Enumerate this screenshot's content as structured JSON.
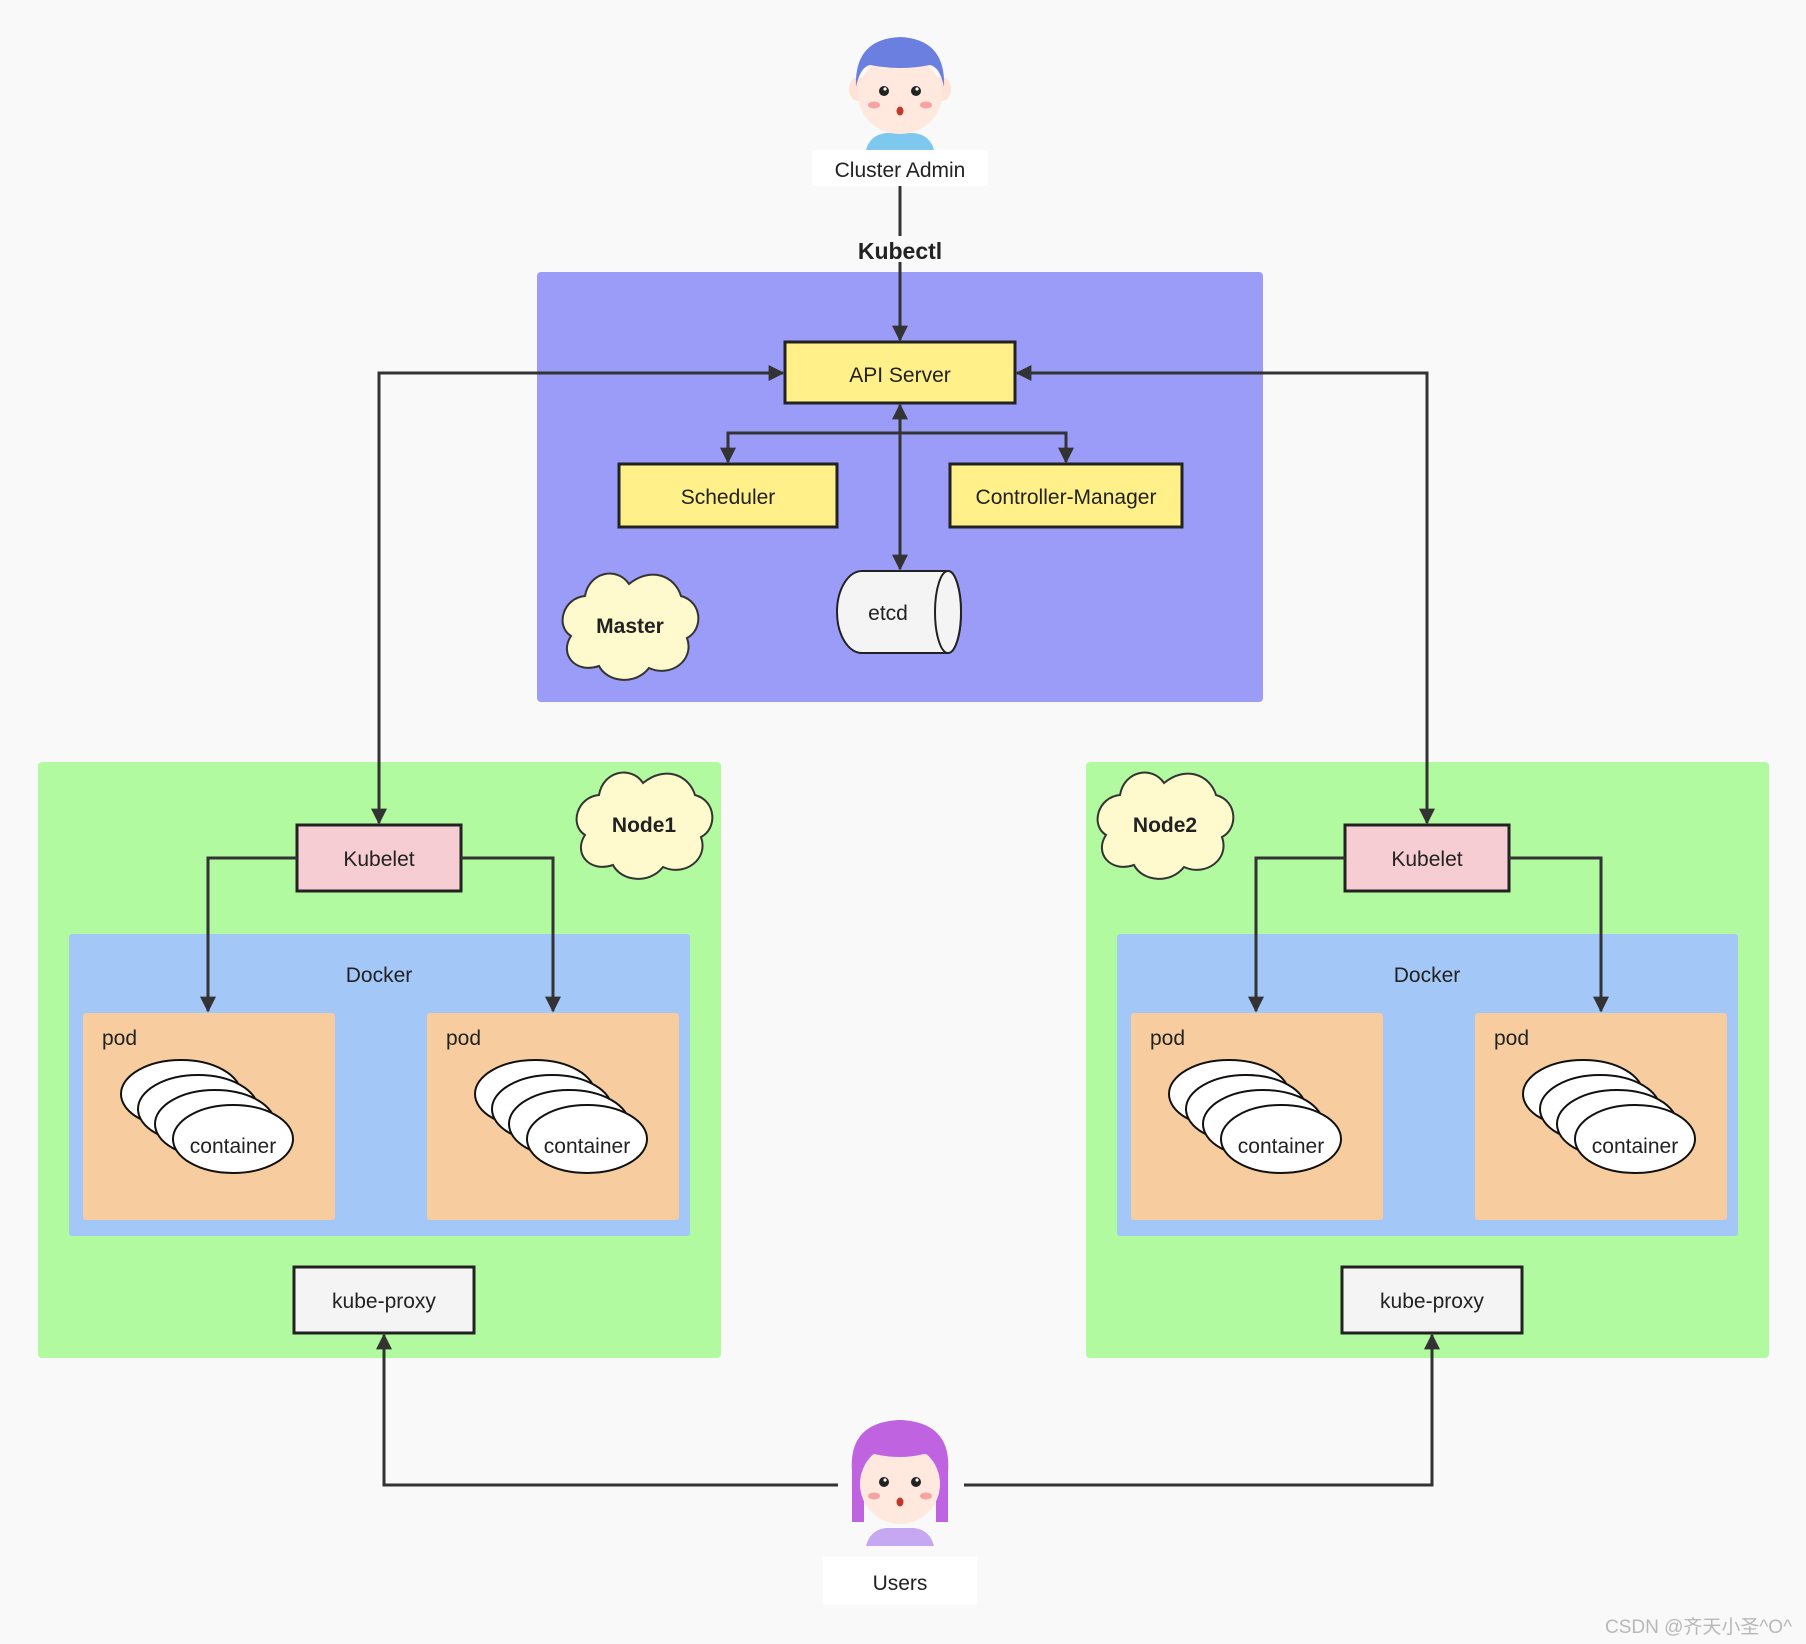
{
  "actors": {
    "admin": {
      "label": "Cluster Admin",
      "hair_color": "#6b7fe0",
      "shirt_color": "#7ec8f0"
    },
    "users": {
      "label": "Users",
      "hair_color": "#c063e0",
      "shirt_color": "#c6a7f2"
    }
  },
  "edge_labels": {
    "kubectl": "Kubectl"
  },
  "master": {
    "label": "Master",
    "api_server": "API Server",
    "scheduler": "Scheduler",
    "controller_manager": "Controller-Manager",
    "etcd": "etcd"
  },
  "nodes": [
    {
      "label": "Node1",
      "kubelet": "Kubelet",
      "docker": "Docker",
      "pods": [
        {
          "label": "pod",
          "container": "container"
        },
        {
          "label": "pod",
          "container": "container"
        }
      ],
      "kube_proxy": "kube-proxy"
    },
    {
      "label": "Node2",
      "kubelet": "Kubelet",
      "docker": "Docker",
      "pods": [
        {
          "label": "pod",
          "container": "container"
        },
        {
          "label": "pod",
          "container": "container"
        }
      ],
      "kube_proxy": "kube-proxy"
    }
  ],
  "watermark": "CSDN @齐天小圣^O^",
  "colors": {
    "master_bg": "#9a9cf7",
    "node_bg": "#b1fa9f",
    "docker_bg": "#a3c8f8",
    "pod_bg": "#f7cd9f",
    "yellow_box": "#fff08a",
    "kubelet_box": "#f5cdd2",
    "cloud": "#fffacd",
    "line": "#333333"
  }
}
